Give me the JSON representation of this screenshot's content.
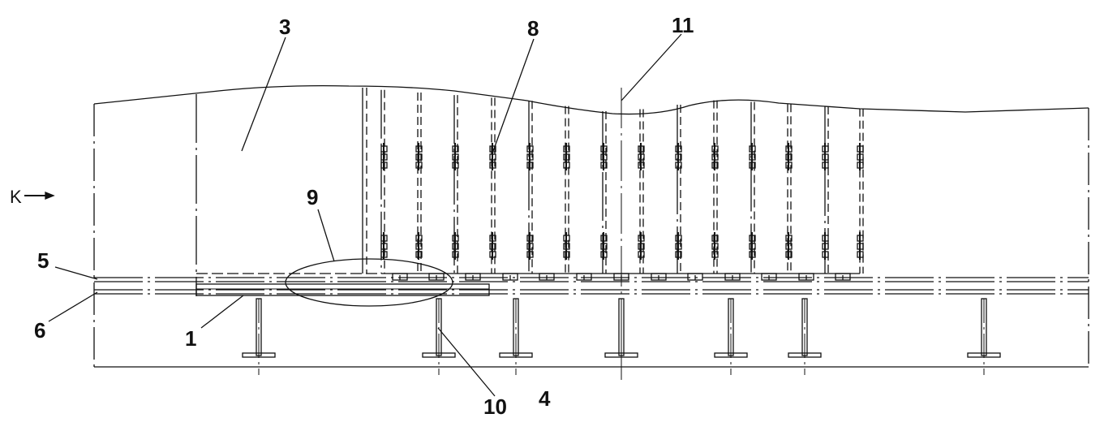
{
  "figure": {
    "view_label": "K",
    "callouts": [
      {
        "id": "c1",
        "text": "1"
      },
      {
        "id": "c3",
        "text": "3"
      },
      {
        "id": "c4",
        "text": "4"
      },
      {
        "id": "c5",
        "text": "5"
      },
      {
        "id": "c6",
        "text": "6"
      },
      {
        "id": "c8",
        "text": "8"
      },
      {
        "id": "c9",
        "text": "9"
      },
      {
        "id": "c10",
        "text": "10"
      },
      {
        "id": "c11",
        "text": "11"
      }
    ]
  }
}
